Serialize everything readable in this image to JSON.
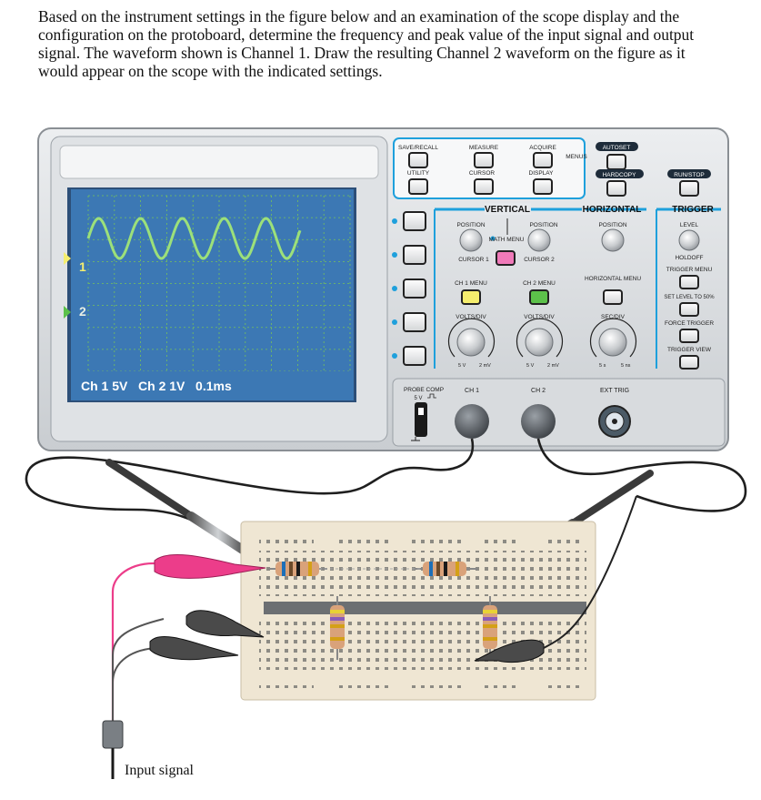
{
  "question": {
    "lines": [
      "Based on the instrument settings in the figure below and an examination of the scope display and the",
      "configuration on the protoboard, determine the frequency and peak value of the input signal and output",
      "signal. The waveform shown is Channel 1. Draw the resulting Channel 2 waveform on the figure as it",
      "would appear on the scope with the indicated settings."
    ]
  },
  "scope": {
    "screen": {
      "ch1_marker": "1",
      "ch2_marker": "2",
      "readout": "Ch 1 5V   Ch 2 1V   0.1ms"
    },
    "menu_buttons": {
      "save_recall": "SAVE/RECALL",
      "measure": "MEASURE",
      "acquire": "ACQUIRE",
      "menus": "MENUS",
      "utility": "UTILITY",
      "cursor": "CURSOR",
      "display": "DISPLAY",
      "autoset": "AUTOSET",
      "hardcopy": "HARDCOPY",
      "run_stop": "RUN/STOP"
    },
    "vertical": {
      "title": "VERTICAL",
      "position1": "POSITION",
      "position2": "POSITION",
      "math_menu": "MATH MENU",
      "cursor1": "CURSOR 1",
      "cursor2": "CURSOR 2",
      "ch1_menu": "CH 1 MENU",
      "ch2_menu": "CH 2 MENU",
      "volts_div1": "VOLTS/DIV",
      "volts_div2": "VOLTS/DIV",
      "scale_left": "5 V",
      "scale_right": "2 mV"
    },
    "horizontal": {
      "title": "HORIZONTAL",
      "position": "POSITION",
      "menu": "HORIZONTAL MENU",
      "sec_div": "SEC/DIV",
      "scale_left": "5 s",
      "scale_right": "5 ns"
    },
    "trigger": {
      "title": "TRIGGER",
      "level": "LEVEL",
      "holdoff": "HOLDOFF",
      "trigger_menu": "TRIGGER MENU",
      "set_level": "SET LEVEL TO 50%",
      "force_trigger": "FORCE TRIGGER",
      "trigger_view": "TRIGGER VIEW"
    },
    "connectors": {
      "probe_comp": "PROBE COMP",
      "probe_comp_value": "5 V",
      "ch1": "CH 1",
      "ch2": "CH 2",
      "ext_trig": "EXT TRIG"
    }
  },
  "circuit": {
    "input_label": "Input signal"
  },
  "colors": {
    "screen": "#3c78b4",
    "trace": "#9ce07a",
    "accent": "#1ea0dc",
    "ch1_menu": "#f5ee6e",
    "ch2_menu": "#5cc14a",
    "cursor1": "#f07ab9",
    "probe_clip_red": "#ec3d8a"
  }
}
